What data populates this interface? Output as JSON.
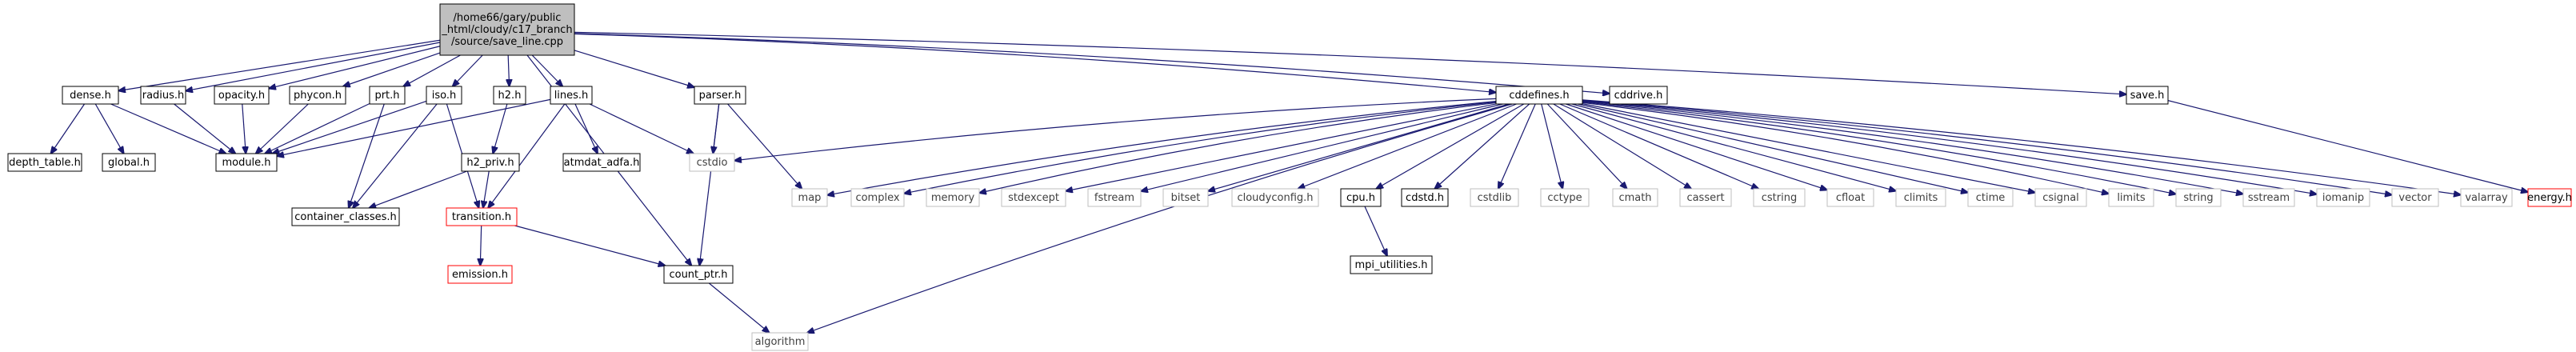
{
  "colors": {
    "edge": "#191970",
    "root_fill": "#bfbfbf",
    "missing_border": "#bfbfbf",
    "truncated_border": "#ff0000"
  },
  "nodes": [
    {
      "id": "root",
      "lines": [
        "/home66/gary/public",
        "_html/cloudy/c17_branch",
        "/source/save_line.cpp"
      ],
      "style": "root"
    },
    {
      "id": "dense",
      "lines": [
        "dense.h"
      ],
      "style": "normal"
    },
    {
      "id": "radius",
      "lines": [
        "radius.h"
      ],
      "style": "normal"
    },
    {
      "id": "opacity",
      "lines": [
        "opacity.h"
      ],
      "style": "normal"
    },
    {
      "id": "phycon",
      "lines": [
        "phycon.h"
      ],
      "style": "normal"
    },
    {
      "id": "prt",
      "lines": [
        "prt.h"
      ],
      "style": "normal"
    },
    {
      "id": "iso",
      "lines": [
        "iso.h"
      ],
      "style": "normal"
    },
    {
      "id": "h2",
      "lines": [
        "h2.h"
      ],
      "style": "normal"
    },
    {
      "id": "lines",
      "lines": [
        "lines.h"
      ],
      "style": "normal"
    },
    {
      "id": "parser",
      "lines": [
        "parser.h"
      ],
      "style": "normal"
    },
    {
      "id": "cddefines",
      "lines": [
        "cddefines.h"
      ],
      "style": "normal"
    },
    {
      "id": "cddrive",
      "lines": [
        "cddrive.h"
      ],
      "style": "normal"
    },
    {
      "id": "save",
      "lines": [
        "save.h"
      ],
      "style": "normal"
    },
    {
      "id": "depth_table",
      "lines": [
        "depth_table.h"
      ],
      "style": "normal"
    },
    {
      "id": "global",
      "lines": [
        "global.h"
      ],
      "style": "normal"
    },
    {
      "id": "module",
      "lines": [
        "module.h"
      ],
      "style": "normal"
    },
    {
      "id": "h2_priv",
      "lines": [
        "h2_priv.h"
      ],
      "style": "normal"
    },
    {
      "id": "container_classes",
      "lines": [
        "container_classes.h"
      ],
      "style": "normal"
    },
    {
      "id": "transition",
      "lines": [
        "transition.h"
      ],
      "style": "red"
    },
    {
      "id": "emission",
      "lines": [
        "emission.h"
      ],
      "style": "red"
    },
    {
      "id": "count_ptr",
      "lines": [
        "count_ptr.h"
      ],
      "style": "normal"
    },
    {
      "id": "algorithm",
      "lines": [
        "algorithm"
      ],
      "style": "gray"
    },
    {
      "id": "atmdat_adfa",
      "lines": [
        "atmdat_adfa.h"
      ],
      "style": "normal"
    },
    {
      "id": "cstdio",
      "lines": [
        "cstdio"
      ],
      "style": "gray"
    },
    {
      "id": "map",
      "lines": [
        "map"
      ],
      "style": "gray"
    },
    {
      "id": "complex",
      "lines": [
        "complex"
      ],
      "style": "gray"
    },
    {
      "id": "memory",
      "lines": [
        "memory"
      ],
      "style": "gray"
    },
    {
      "id": "stdexcept",
      "lines": [
        "stdexcept"
      ],
      "style": "gray"
    },
    {
      "id": "fstream",
      "lines": [
        "fstream"
      ],
      "style": "gray"
    },
    {
      "id": "bitset",
      "lines": [
        "bitset"
      ],
      "style": "gray"
    },
    {
      "id": "cloudyconfig",
      "lines": [
        "cloudyconfig.h"
      ],
      "style": "gray"
    },
    {
      "id": "cpu",
      "lines": [
        "cpu.h"
      ],
      "style": "normal"
    },
    {
      "id": "cdstd",
      "lines": [
        "cdstd.h"
      ],
      "style": "normal"
    },
    {
      "id": "cstdlib",
      "lines": [
        "cstdlib"
      ],
      "style": "gray"
    },
    {
      "id": "cctype",
      "lines": [
        "cctype"
      ],
      "style": "gray"
    },
    {
      "id": "cmath",
      "lines": [
        "cmath"
      ],
      "style": "gray"
    },
    {
      "id": "cassert",
      "lines": [
        "cassert"
      ],
      "style": "gray"
    },
    {
      "id": "cstring",
      "lines": [
        "cstring"
      ],
      "style": "gray"
    },
    {
      "id": "cfloat",
      "lines": [
        "cfloat"
      ],
      "style": "gray"
    },
    {
      "id": "climits",
      "lines": [
        "climits"
      ],
      "style": "gray"
    },
    {
      "id": "ctime",
      "lines": [
        "ctime"
      ],
      "style": "gray"
    },
    {
      "id": "csignal",
      "lines": [
        "csignal"
      ],
      "style": "gray"
    },
    {
      "id": "limits",
      "lines": [
        "limits"
      ],
      "style": "gray"
    },
    {
      "id": "string",
      "lines": [
        "string"
      ],
      "style": "gray"
    },
    {
      "id": "sstream",
      "lines": [
        "sstream"
      ],
      "style": "gray"
    },
    {
      "id": "iomanip",
      "lines": [
        "iomanip"
      ],
      "style": "gray"
    },
    {
      "id": "vector",
      "lines": [
        "vector"
      ],
      "style": "gray"
    },
    {
      "id": "valarray",
      "lines": [
        "valarray"
      ],
      "style": "gray"
    },
    {
      "id": "energy",
      "lines": [
        "energy.h"
      ],
      "style": "red"
    },
    {
      "id": "mpi_utilities",
      "lines": [
        "mpi_utilities.h"
      ],
      "style": "normal"
    }
  ],
  "edges": [
    [
      "root",
      "dense"
    ],
    [
      "root",
      "radius"
    ],
    [
      "root",
      "opacity"
    ],
    [
      "root",
      "phycon"
    ],
    [
      "root",
      "prt"
    ],
    [
      "root",
      "iso"
    ],
    [
      "root",
      "h2"
    ],
    [
      "root",
      "lines"
    ],
    [
      "root",
      "parser"
    ],
    [
      "root",
      "cddefines"
    ],
    [
      "root",
      "cddrive"
    ],
    [
      "root",
      "save"
    ],
    [
      "root",
      "count_ptr"
    ],
    [
      "dense",
      "depth_table"
    ],
    [
      "dense",
      "global"
    ],
    [
      "dense",
      "module"
    ],
    [
      "radius",
      "module"
    ],
    [
      "opacity",
      "module"
    ],
    [
      "phycon",
      "module"
    ],
    [
      "prt",
      "module"
    ],
    [
      "prt",
      "container_classes"
    ],
    [
      "iso",
      "module"
    ],
    [
      "iso",
      "container_classes"
    ],
    [
      "iso",
      "transition"
    ],
    [
      "h2",
      "h2_priv"
    ],
    [
      "h2_priv",
      "container_classes"
    ],
    [
      "h2_priv",
      "transition"
    ],
    [
      "lines",
      "module"
    ],
    [
      "lines",
      "transition"
    ],
    [
      "lines",
      "atmdat_adfa"
    ],
    [
      "lines",
      "cstdio"
    ],
    [
      "parser",
      "cstdio"
    ],
    [
      "parser",
      "map"
    ],
    [
      "parser",
      "count_ptr"
    ],
    [
      "transition",
      "emission"
    ],
    [
      "transition",
      "count_ptr"
    ],
    [
      "count_ptr",
      "algorithm"
    ],
    [
      "save",
      "energy"
    ],
    [
      "cpu",
      "mpi_utilities"
    ],
    [
      "cddefines",
      "algorithm"
    ],
    [
      "cddefines",
      "cstdio"
    ],
    [
      "cddefines",
      "map"
    ],
    [
      "cddefines",
      "complex"
    ],
    [
      "cddefines",
      "memory"
    ],
    [
      "cddefines",
      "stdexcept"
    ],
    [
      "cddefines",
      "fstream"
    ],
    [
      "cddefines",
      "bitset"
    ],
    [
      "cddefines",
      "cloudyconfig"
    ],
    [
      "cddefines",
      "cpu"
    ],
    [
      "cddefines",
      "cdstd"
    ],
    [
      "cddefines",
      "cstdlib"
    ],
    [
      "cddefines",
      "cctype"
    ],
    [
      "cddefines",
      "cmath"
    ],
    [
      "cddefines",
      "cassert"
    ],
    [
      "cddefines",
      "cstring"
    ],
    [
      "cddefines",
      "cfloat"
    ],
    [
      "cddefines",
      "climits"
    ],
    [
      "cddefines",
      "ctime"
    ],
    [
      "cddefines",
      "csignal"
    ],
    [
      "cddefines",
      "limits"
    ],
    [
      "cddefines",
      "string"
    ],
    [
      "cddefines",
      "sstream"
    ],
    [
      "cddefines",
      "iomanip"
    ],
    [
      "cddefines",
      "vector"
    ],
    [
      "cddefines",
      "valarray"
    ]
  ]
}
